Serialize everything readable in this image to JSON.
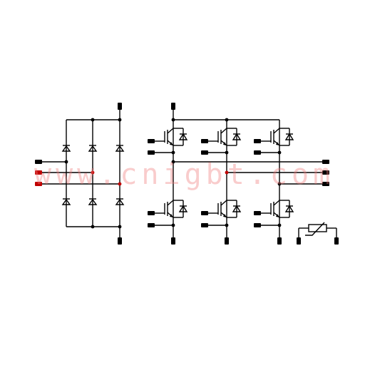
{
  "watermark": {
    "text": "www.cnigbt.com"
  },
  "colors": {
    "wire": "#000000",
    "highlight": "#c00000",
    "watermark": "#f07878"
  },
  "diagram": {
    "blocks": [
      {
        "name": "input-rectifier-bridge",
        "diodes": 6,
        "phases": 3
      },
      {
        "name": "three-phase-igbt-inverter",
        "igbts": 6,
        "freewheel_diodes": 6,
        "phases": 3
      },
      {
        "name": "ntc-thermistor"
      }
    ]
  }
}
